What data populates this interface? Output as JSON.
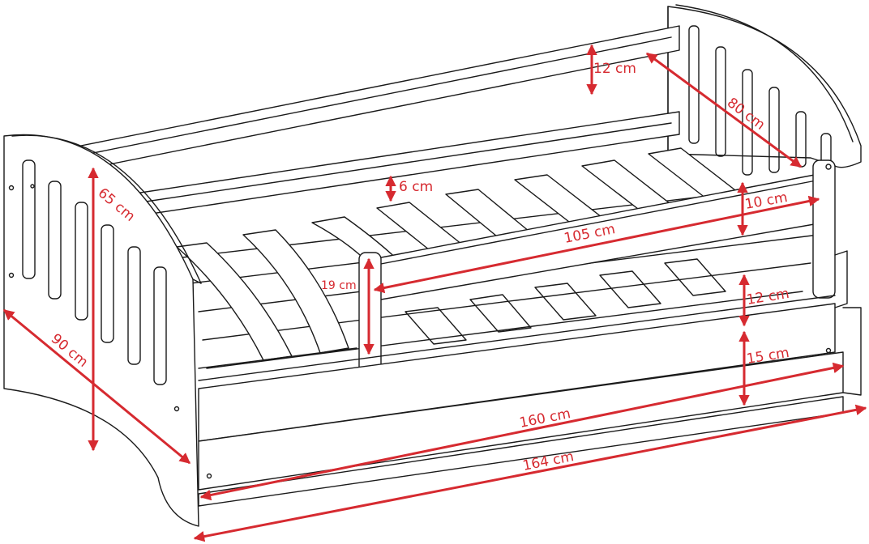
{
  "diagram": {
    "accent_color": "#d62a30",
    "line_color": "#1a1a1a",
    "dimensions": {
      "top_rail_height": "12 cm",
      "headboard_depth": "80 cm",
      "slat_width": "6 cm",
      "guard_rail_height": "10 cm",
      "guard_rail_length": "105 cm",
      "guard_post_height": "19 cm",
      "side_panel_height": "12 cm",
      "drawer_height": "15 cm",
      "inner_length": "160 cm",
      "outer_length": "164 cm",
      "total_height": "65 cm",
      "width": "90 cm"
    }
  }
}
